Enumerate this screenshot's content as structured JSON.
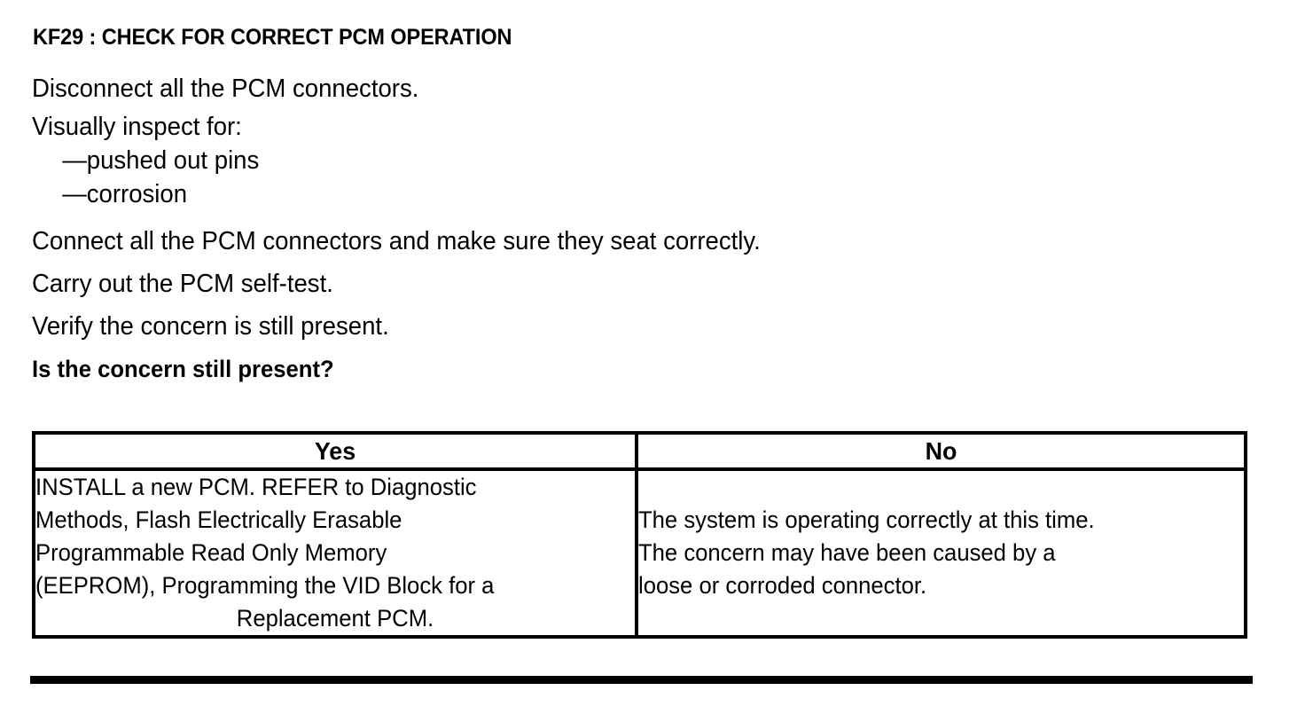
{
  "document": {
    "step_title": "KF29 : CHECK FOR CORRECT PCM OPERATION",
    "instructions": [
      "Disconnect all the PCM connectors.",
      "Visually inspect for:"
    ],
    "inspect_bullets": [
      "—pushed out pins",
      "—corrosion"
    ],
    "instructions_cont": [
      "Connect all the PCM connectors and make sure they seat correctly.",
      "Carry out the PCM self-test.",
      "Verify the concern is still present."
    ],
    "question": "Is the concern still present?"
  },
  "decision_table": {
    "headers": {
      "yes": "Yes",
      "no": "No"
    },
    "yes_cell": {
      "lines": [
        "INSTALL a new PCM. REFER to Diagnostic",
        "Methods, Flash Electrically Erasable",
        "Programmable Read Only Memory",
        "(EEPROM), Programming the VID Block for a",
        "Replacement PCM."
      ]
    },
    "no_cell": {
      "lines": [
        "The system is operating correctly at this time.",
        "The concern may have been caused by a",
        "loose or corroded connector."
      ]
    }
  },
  "colors": {
    "text": "#000000",
    "background": "#ffffff",
    "border": "#000000"
  }
}
